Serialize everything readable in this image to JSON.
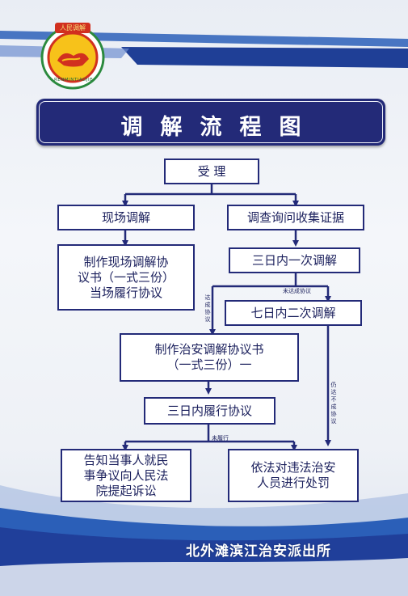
{
  "poster": {
    "title": "调解流程图",
    "footer": "北外滩滨江治安派出所",
    "colors": {
      "navy": "#232a78",
      "blue": "#2b5fb8",
      "bg": "#eef1f6"
    }
  },
  "logo": {
    "banner_text": "人民调解",
    "ring_text": "RENMINTIAOJIE"
  },
  "flow": {
    "accept": "受 理",
    "onsite": "现场调解",
    "investigate": "调查询问收集证据",
    "onsite_agreement": "制作现场调解协\n议书（一式三份）\n当场履行协议",
    "first_mediation": "三日内一次调解",
    "second_mediation": "七日内二次调解",
    "security_agreement": "制作治安调解协议书\n（一式三份）一",
    "perform": "三日内履行协议",
    "notify": "告知当事人就民\n事争议向人民法\n院提起诉讼",
    "punish": "依法对违法治安\n人员进行处罚"
  },
  "labels": {
    "reached": "达成协议",
    "not_reached": "未达成协议",
    "still_not_reached": "仍达不成协议",
    "not_performed": "未履行"
  }
}
